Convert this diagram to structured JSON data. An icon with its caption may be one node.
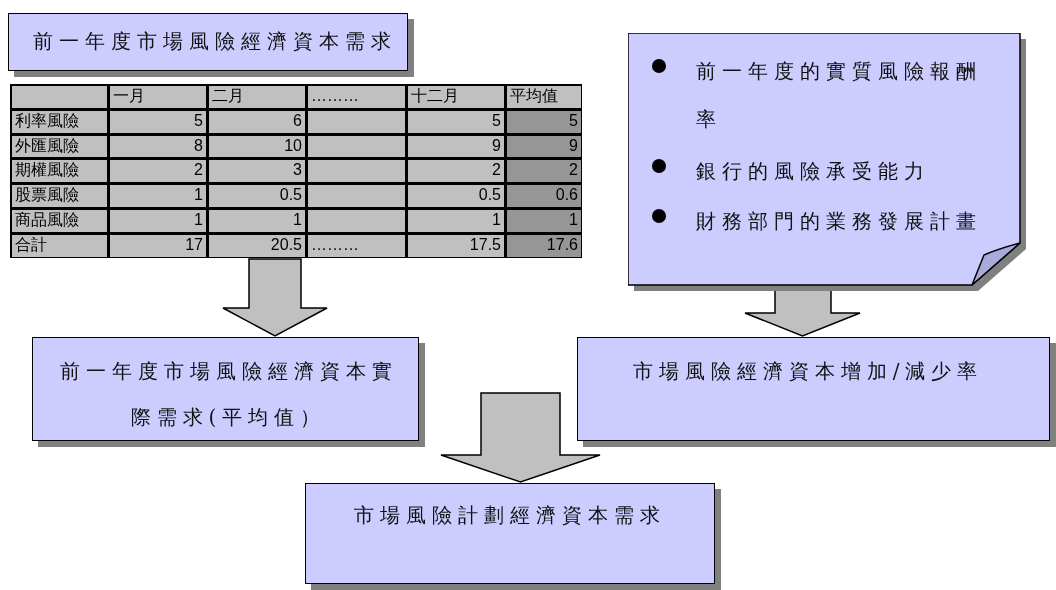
{
  "diagram": {
    "nodes": [
      {
        "text": [
          "前一年度市場風險經濟資本需求"
        ]
      },
      {
        "text": [],
        "shape": "box"
      },
      {
        "text": [
          "前一年度的實質風險報酬率",
          "銀行的風險承受能力",
          "財務部門的業務發展計畫"
        ]
      },
      {
        "text": [
          "前一年度市場風險經濟資本實際需求(平均值）"
        ]
      },
      {
        "text": [
          "市場風險經濟資本增加/減少率"
        ]
      },
      {
        "text": [
          "市場風險計劃經濟資本需求"
        ]
      }
    ],
    "edges": [
      {
        "from": 1,
        "to": 3,
        "arrow": "to"
      },
      {
        "from": 2,
        "to": 4,
        "arrow": "to"
      },
      {
        "from": 3,
        "to": 5,
        "arrow": "to"
      },
      {
        "from": 4,
        "to": 5,
        "arrow": "to"
      }
    ],
    "labels": [
      "一月",
      "二月",
      "………",
      "十二月",
      "平均值",
      "利率風險",
      "5",
      "6",
      "5",
      "5",
      "外匯風險",
      "8",
      "10",
      "9",
      "9",
      "期權風險",
      "2",
      "3",
      "2",
      "2",
      "股票風險",
      "1",
      "0.5",
      "0.5",
      "0.6",
      "商品風險",
      "1",
      "1",
      "1",
      "1",
      "合計",
      "17",
      "20.5",
      "………",
      "17.5",
      "17.6"
    ]
  }
}
